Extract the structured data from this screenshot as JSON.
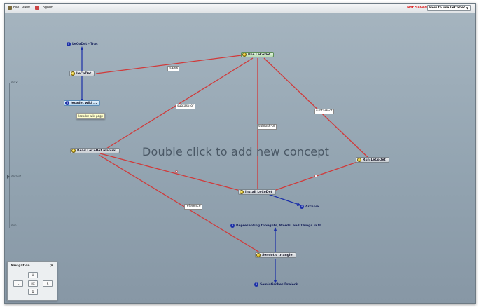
{
  "toolbar": {
    "file_label": "File",
    "view_label": "View",
    "logout_label": "Logout",
    "status_text": "Not Saved",
    "map_select_value": "How to use LeCoDet"
  },
  "canvas": {
    "hint": "Double click to add new concept",
    "zoom_max_label": "max",
    "zoom_default_label": "default",
    "zoom_min_label": "min"
  },
  "nodes": {
    "lecodet_trac": "LeCoDet - Trac",
    "lecodet": "LeCoDet",
    "use_lecodet": "Use LeCoDet",
    "lecodet_wiki": "lecodet wiki ...",
    "lecodet_wiki_tooltip": "lecodet wiki page",
    "read_manual": "Read LeCoDet manual",
    "run_lecodet": "Run LeCoDet",
    "install_lecodet": "Install LeCoDet",
    "archive": "Archive",
    "representing": "Representing thoughts, Words, and Things in th...",
    "semiotic_triangle": "Semiotic triangle",
    "semiotisches_dreieck": "Semiotisches Dreieck"
  },
  "edge_labels": {
    "is_a": "isa/ex",
    "subtask_left": "subtask-of",
    "subtask_mid": "subtask-of",
    "subtask_right": "subtask-of",
    "reference": "reference"
  },
  "navigation": {
    "title": "Navigation",
    "close": "✕",
    "up": "U",
    "left": "L",
    "reset": "rst",
    "right": "R",
    "down": "D"
  },
  "colors": {
    "relation_edge": "#d03a3a",
    "link_edge": "#1b2fa8",
    "status_not_saved": "#dd2222"
  }
}
